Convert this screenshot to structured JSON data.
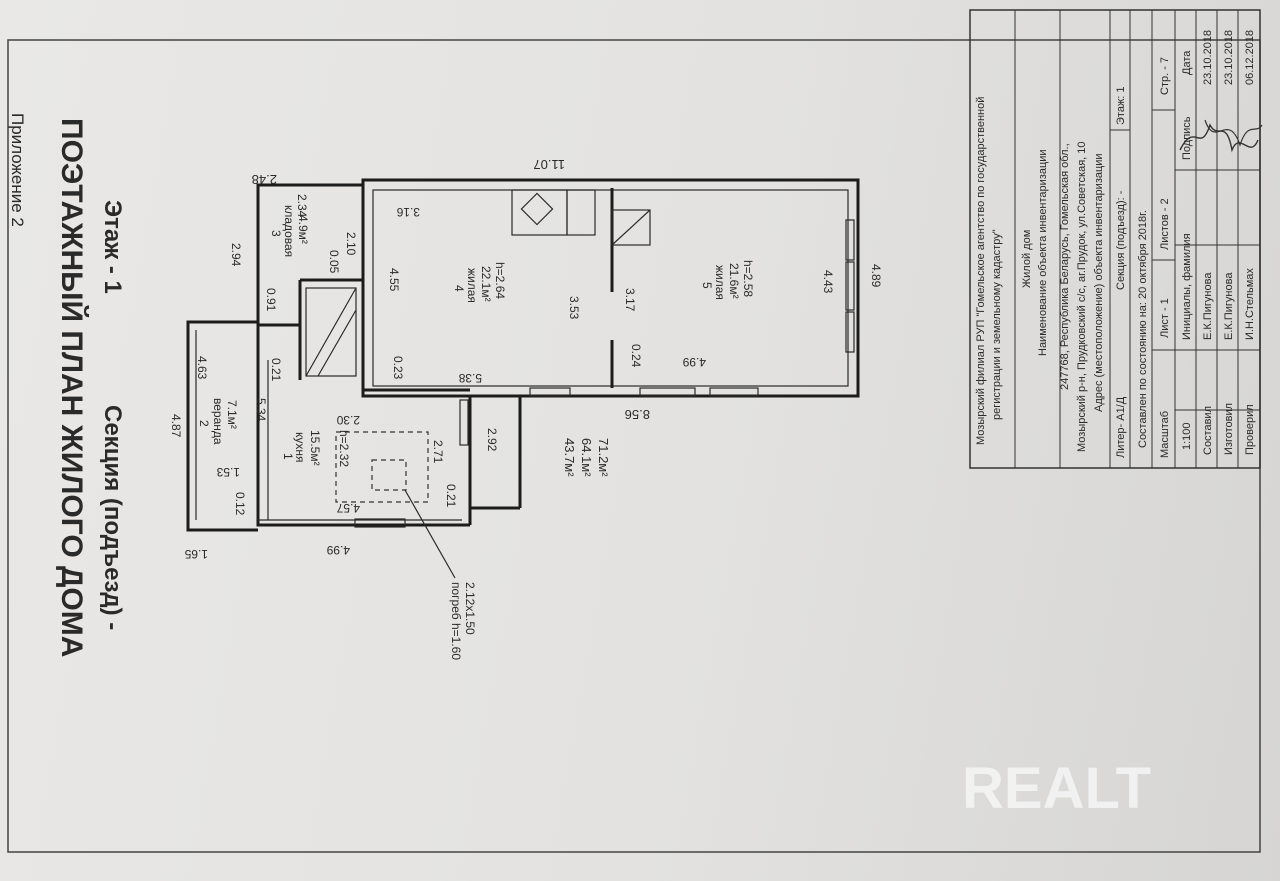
{
  "appendix": "Приложение 2",
  "title": "ПОЭТАЖНЫЙ ПЛАН ЖИЛОГО ДОМА",
  "section": "Секция (подъезд) -",
  "floor": "Этаж - 1",
  "rooms": [
    {
      "num": "1",
      "name": "кухня",
      "area": "15.5м²",
      "height": "h=2.32"
    },
    {
      "num": "2",
      "name": "веранда",
      "area": "7.1м²"
    },
    {
      "num": "3",
      "name": "кладовая",
      "area": "4.9м²"
    },
    {
      "num": "4",
      "name": "жилая",
      "area": "22.1м²",
      "height": "h=2.64"
    },
    {
      "num": "5",
      "name": "жилая",
      "area": "21.6м²",
      "height": "h=2.58"
    }
  ],
  "cellar": {
    "label": "погреб h=1.60",
    "size": "2.12х1.50"
  },
  "totals": [
    "43.7м²",
    "64.1м²",
    "71.2м²"
  ],
  "dimensions": {
    "d_11_07": "11.07",
    "d_2_48": "2.48",
    "d_2_34": "2.34",
    "d_3_16": "3.16",
    "d_2_94": "2.94",
    "d_0_91": "0.91",
    "d_0_05": "0.05",
    "d_2_10": "2.10",
    "d_4_55": "4.55",
    "d_0_23": "0.23",
    "d_4_63": "4.63",
    "d_4_87": "4.87",
    "d_0_21a": "0.21",
    "d_5_34": "5.34",
    "d_1_53": "1.53",
    "d_0_12": "0.12",
    "d_1_65": "1.65",
    "d_4_99a": "4.99",
    "d_4_57": "4.57",
    "d_0_21b": "0.21",
    "d_2_30": "2.30",
    "d_2_71": "2.71",
    "d_2_92": "2.92",
    "d_5_38": "5.38",
    "d_3_53": "3.53",
    "d_3_17": "3.17",
    "d_0_24": "0.24",
    "d_4_99b": "4.99",
    "d_8_56": "8.56",
    "d_4_43": "4.43",
    "d_4_89": "4.89"
  },
  "stamp": {
    "org": "Мозырский филиал РУП \"Гомельское агентство по государственной",
    "org2": "регистрации и земельному кадастру\"",
    "object": "Жилой дом",
    "object_caption": "Наименование объекта инвентаризации",
    "address": "247768, Республика Беларусь, Гомельская обл.,",
    "address2": "Мозырский р-н, Прудковский с/с, аг.Прудок, ул.Советская, 10",
    "address_caption": "Адрес (местоположение) объекта инвентаризации",
    "liter": "Литер- А1/Д",
    "section": "Секция (подъезд): -",
    "floor": "Этаж: 1",
    "as_of": "Составлен по состоянию на: 20 октября 2018г.",
    "scale_h": "Масштаб",
    "sheet": "Лист - 1",
    "sheets": "Листов - 2",
    "page": "Стр. - 7",
    "scale": "1:100",
    "initials_h": "Инициалы, фамилия",
    "sign_h": "Подпись",
    "date_h": "Дата",
    "rows": [
      {
        "role": "Составил",
        "name": "Е.К.Пигунова",
        "date": "23.10.2018"
      },
      {
        "role": "Изготовил",
        "name": "Е.К.Пигунова",
        "date": "23.10.2018"
      },
      {
        "role": "Проверил",
        "name": "И.Н.Стельмах",
        "date": "06.12.2018"
      }
    ]
  },
  "watermark": "REALT"
}
